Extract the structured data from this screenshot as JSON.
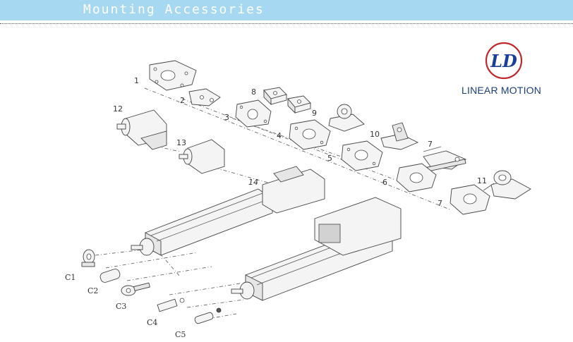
{
  "header": {
    "title": "Mounting Accessories"
  },
  "brand": {
    "name": "LINEAR MOTION",
    "logo_text": "LD"
  },
  "part_labels": {
    "p1": "1",
    "p2": "2",
    "p3": "3",
    "p4": "4",
    "p5": "5",
    "p6": "6",
    "p7a": "7",
    "p7b": "7",
    "p8": "8",
    "p9": "9",
    "p10": "10",
    "p11": "11",
    "p12": "12",
    "p13": "13",
    "p14": "14"
  },
  "connector_labels": {
    "c1": "C1",
    "c2": "C2",
    "c3": "C3",
    "c4": "C4",
    "c5": "C5"
  },
  "colors": {
    "banner": "#a7d8f1",
    "brand_text": "#1a3f7a",
    "logo_ring": "#c0282d",
    "logo_letters": "#1a3f9a"
  }
}
